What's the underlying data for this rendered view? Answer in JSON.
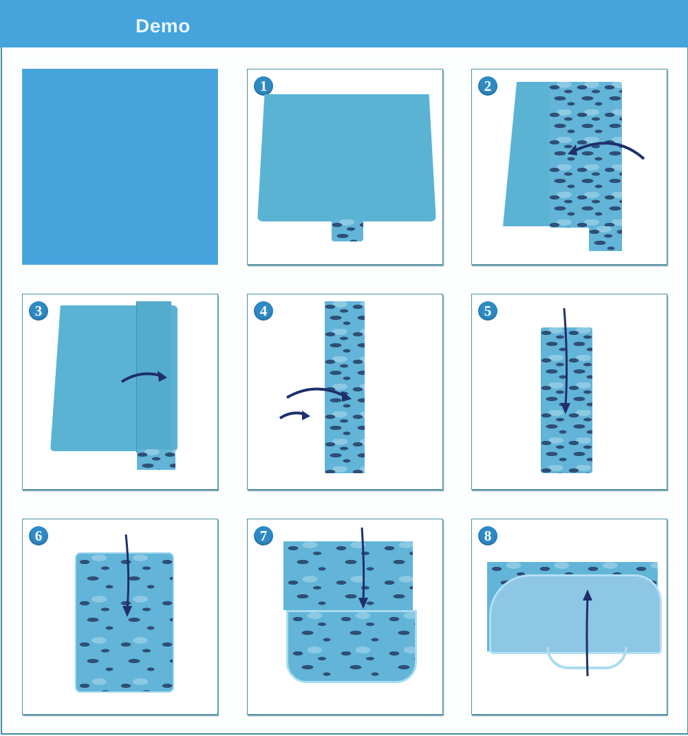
{
  "header": {
    "title": "Demo",
    "background": "#46a3db"
  },
  "colors": {
    "badge": "#2e8ac6",
    "panel_border": "#4a8fa0",
    "mat": "#5bb3d4",
    "camo_dark": "#2e4f76",
    "arrow": "#1e2f6b"
  },
  "panels": [
    {
      "step": null,
      "description": "solid blue color swatch"
    },
    {
      "step": "1",
      "description": "mat fully unfolded, plain side up"
    },
    {
      "step": "2",
      "description": "fold one third over (arrow right to left)"
    },
    {
      "step": "3",
      "description": "fold remaining third over (arrow left to right)"
    },
    {
      "step": "4",
      "description": "long strip, fold in sections (two arrows)"
    },
    {
      "step": "5",
      "description": "fold strip downward (arrow down)"
    },
    {
      "step": "6",
      "description": "continue folding down (arrow down)"
    },
    {
      "step": "7",
      "description": "fold final section down (arrow down)"
    },
    {
      "step": "8",
      "description": "flap closes up, carrying handle (arrow up)"
    }
  ]
}
